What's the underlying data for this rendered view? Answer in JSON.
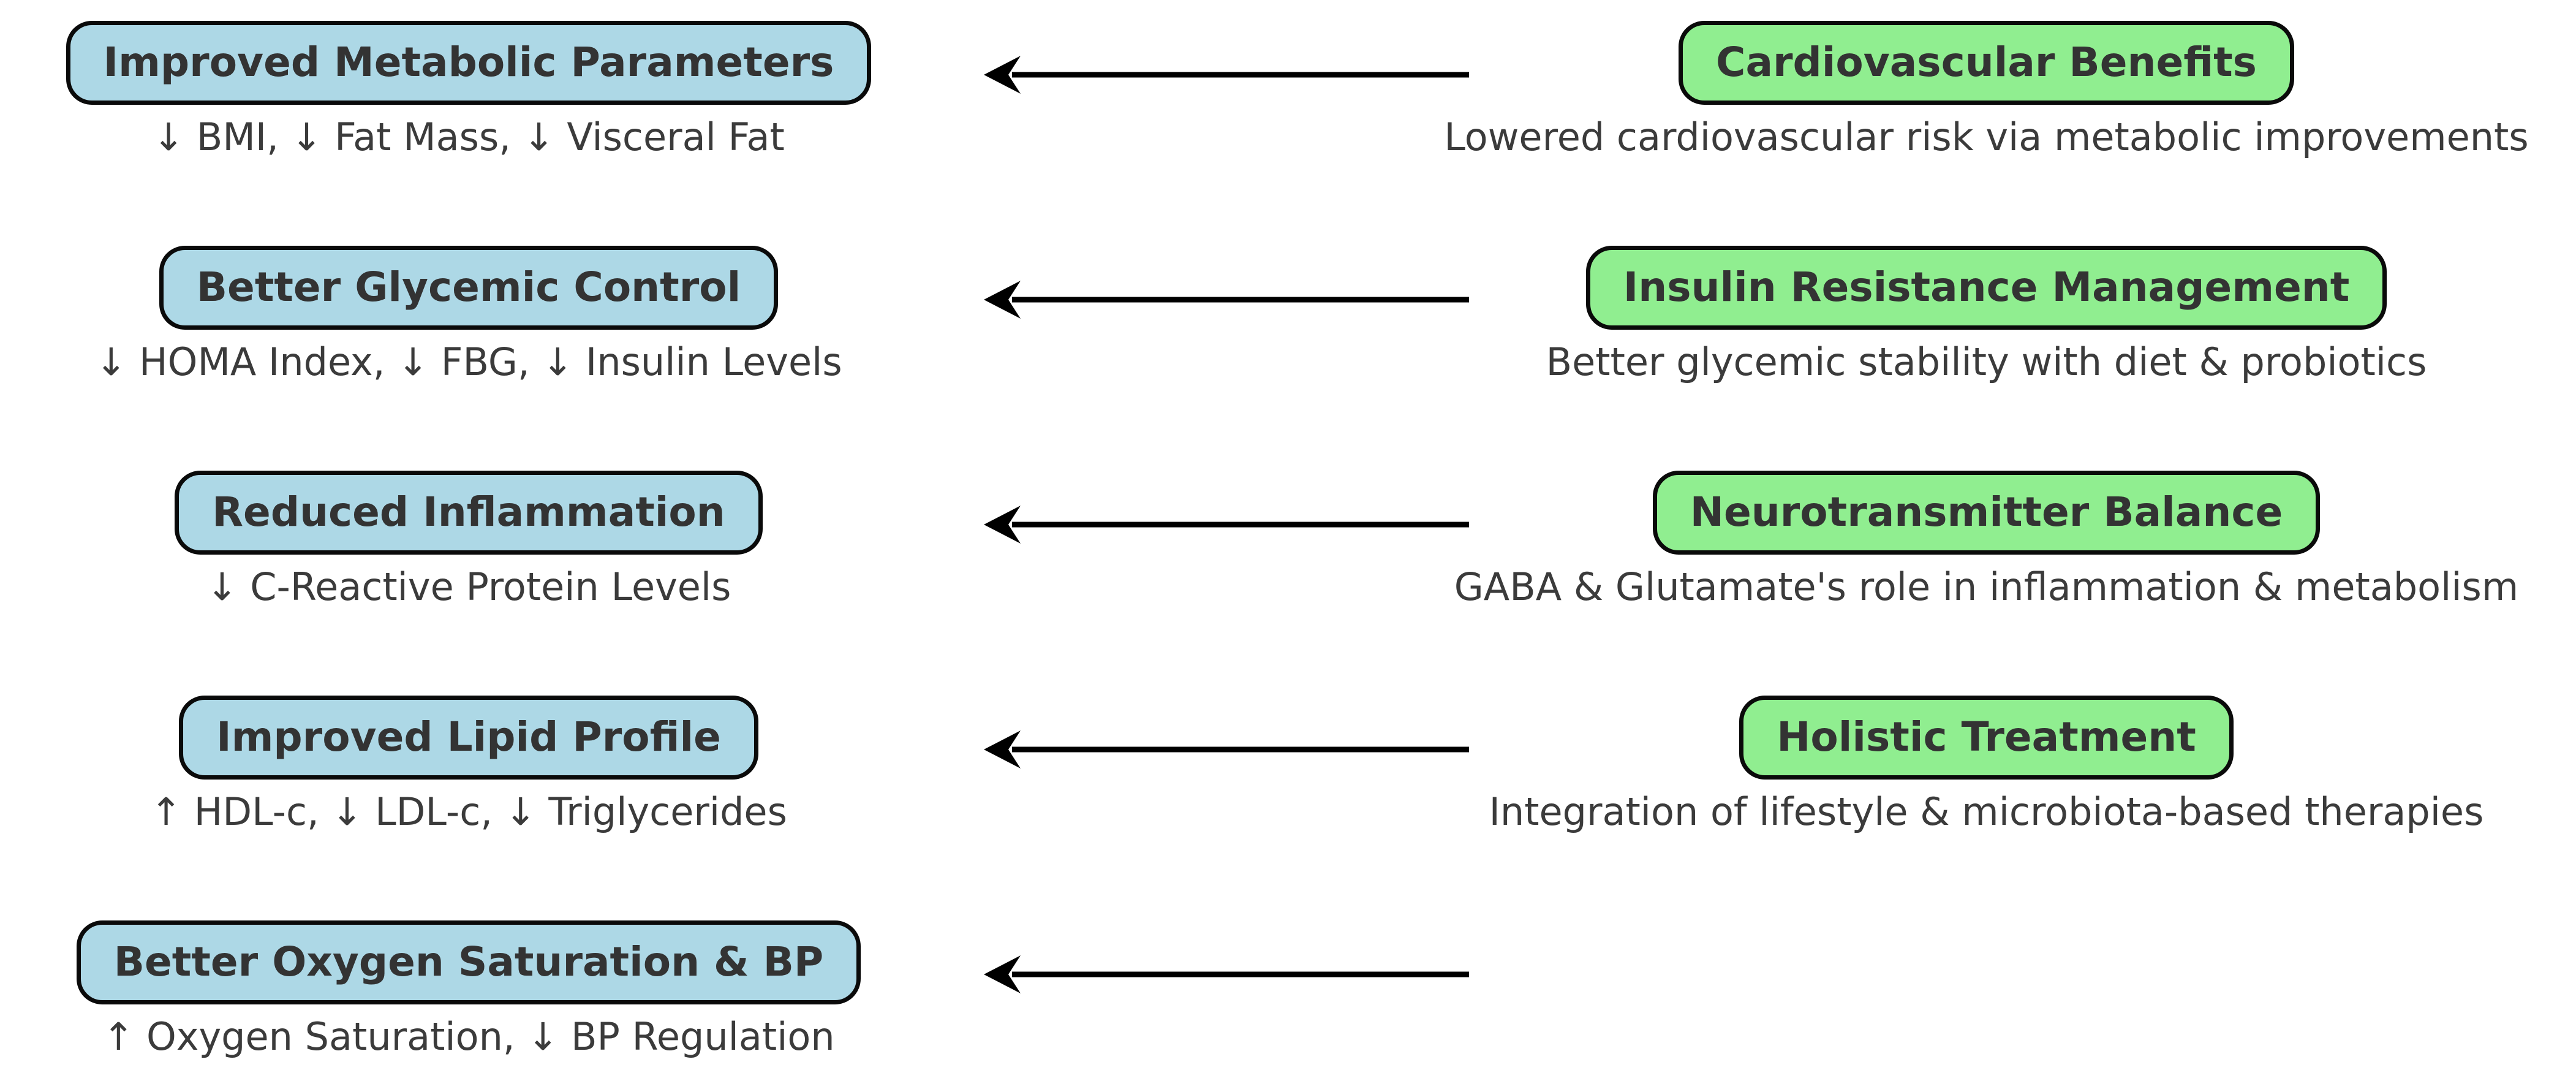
{
  "colors": {
    "background": "#ffffff",
    "left_box_fill": "#add8e6",
    "right_box_fill": "#90ee90",
    "box_border": "#0a0a0a",
    "title_text": "#333333",
    "subtitle_text": "#3b3b3b",
    "arrow": "#000000"
  },
  "rows": [
    {
      "outcome": {
        "title": "Improved Metabolic Parameters",
        "subtitle": "↓ BMI, ↓ Fat Mass, ↓ Visceral Fat"
      },
      "arrow_icon": "left-arrow",
      "mechanism": {
        "title": "Cardiovascular Benefits",
        "subtitle": "Lowered cardiovascular risk via metabolic improvements"
      }
    },
    {
      "outcome": {
        "title": "Better Glycemic Control",
        "subtitle": "↓ HOMA Index, ↓ FBG, ↓ Insulin Levels"
      },
      "arrow_icon": "left-arrow",
      "mechanism": {
        "title": "Insulin Resistance Management",
        "subtitle": "Better glycemic stability with diet & probiotics"
      }
    },
    {
      "outcome": {
        "title": "Reduced Inflammation",
        "subtitle": "↓ C-Reactive Protein Levels"
      },
      "arrow_icon": "left-arrow",
      "mechanism": {
        "title": "Neurotransmitter Balance",
        "subtitle": "GABA & Glutamate's role in inflammation & metabolism"
      }
    },
    {
      "outcome": {
        "title": "Improved Lipid Profile",
        "subtitle": "↑ HDL-c, ↓ LDL-c, ↓ Triglycerides"
      },
      "arrow_icon": "left-arrow",
      "mechanism": {
        "title": "Holistic Treatment",
        "subtitle": "Integration of lifestyle & microbiota-based therapies"
      }
    },
    {
      "outcome": {
        "title": "Better Oxygen Saturation & BP",
        "subtitle": "↑ Oxygen Saturation, ↓ BP Regulation"
      },
      "arrow_icon": "left-arrow",
      "mechanism": null
    }
  ]
}
